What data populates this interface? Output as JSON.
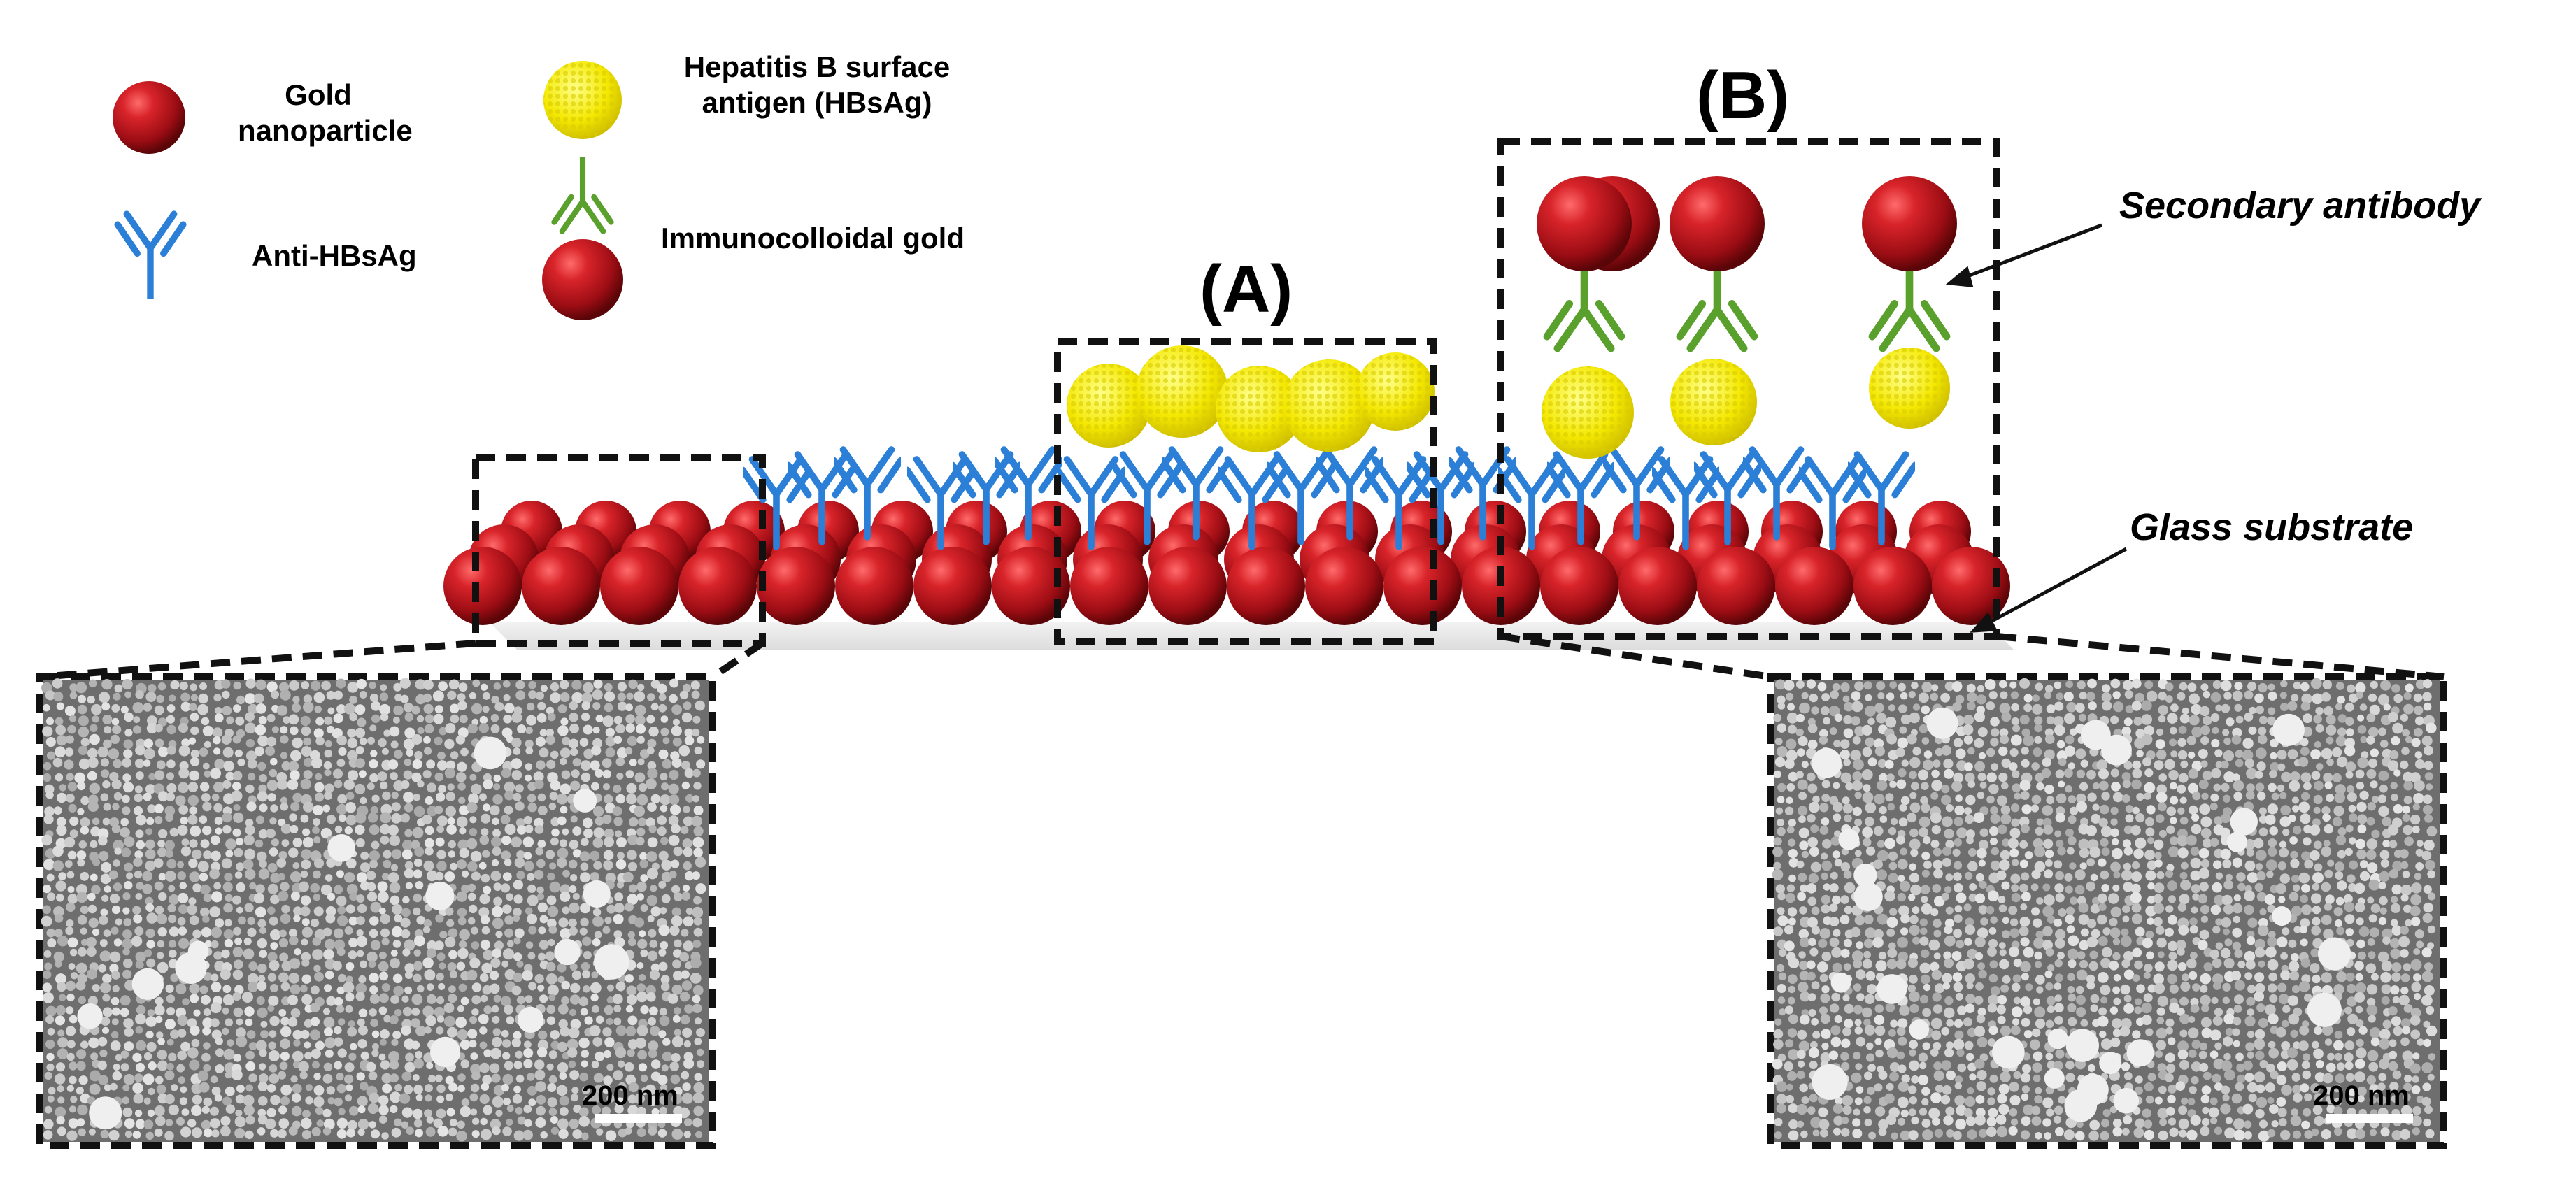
{
  "legend": {
    "gold_nanoparticle": "Gold\nnanoparticle",
    "hbsag": "Hepatitis B surface\nantigen (HBsAg)",
    "anti_hbsag": "Anti-HBsAg",
    "immunocolloidal_gold": "Immunocolloidal gold"
  },
  "panels": {
    "a_label": "(A)",
    "b_label": "(B)"
  },
  "callouts": {
    "secondary_antibody": "Secondary antibody",
    "glass_substrate": "Glass substrate"
  },
  "sem": {
    "left_scale": "200 nm",
    "right_scale": "200 nm"
  },
  "colors": {
    "gold_particle": "#b5121b",
    "antigen": "#f2e600",
    "primary_antibody": "#2b7fd6",
    "secondary_antibody": "#5aa02c",
    "sem_background": "#6e6e6e"
  }
}
